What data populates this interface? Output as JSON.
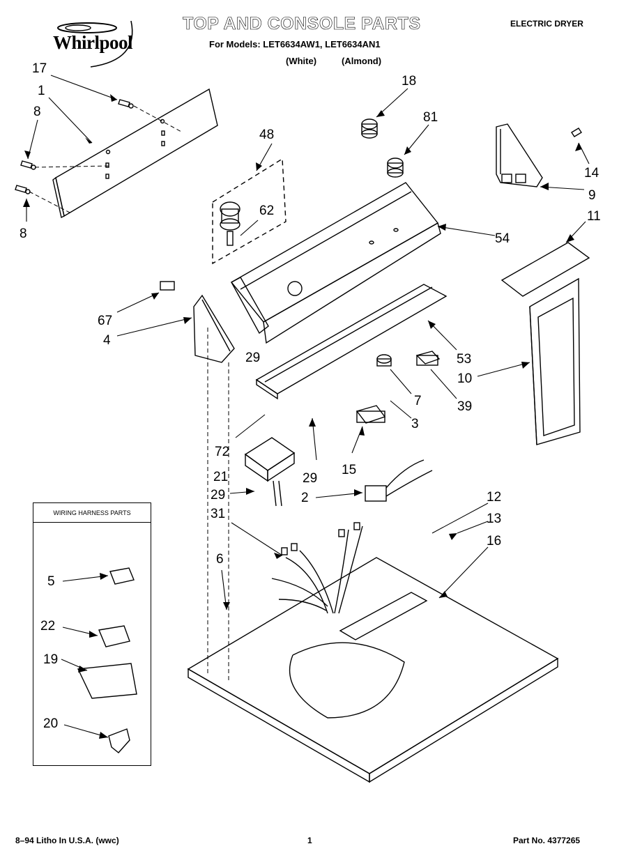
{
  "header": {
    "brand": "Whirlpool",
    "title": "TOP AND CONSOLE PARTS",
    "models_line": "For Models: LET6634AW1, LET6634AN1",
    "variant_white": "(White)",
    "variant_almond": "(Almond)",
    "product_type": "ELECTRIC DRYER"
  },
  "callouts": {
    "c17": "17",
    "c1": "1",
    "c8a": "8",
    "c8b": "8",
    "c48": "48",
    "c62": "62",
    "c18": "18",
    "c81": "81",
    "c14": "14",
    "c9": "9",
    "c11": "11",
    "c54": "54",
    "c67": "67",
    "c4": "4",
    "c29a": "29",
    "c53": "53",
    "c10": "10",
    "c7": "7",
    "c39": "39",
    "c3": "3",
    "c72": "72",
    "c15": "15",
    "c21": "21",
    "c29b": "29",
    "c29c": "29",
    "c2": "2",
    "c31": "31",
    "c12": "12",
    "c13": "13",
    "c16": "16",
    "c6": "6",
    "c5": "5",
    "c22": "22",
    "c19": "19",
    "c20": "20"
  },
  "harness_box": {
    "title": "WIRING HARNESS PARTS"
  },
  "footer": {
    "left": "8–94 Litho In U.S.A. (wwc)",
    "page": "1",
    "part_no": "Part No. 4377265"
  }
}
